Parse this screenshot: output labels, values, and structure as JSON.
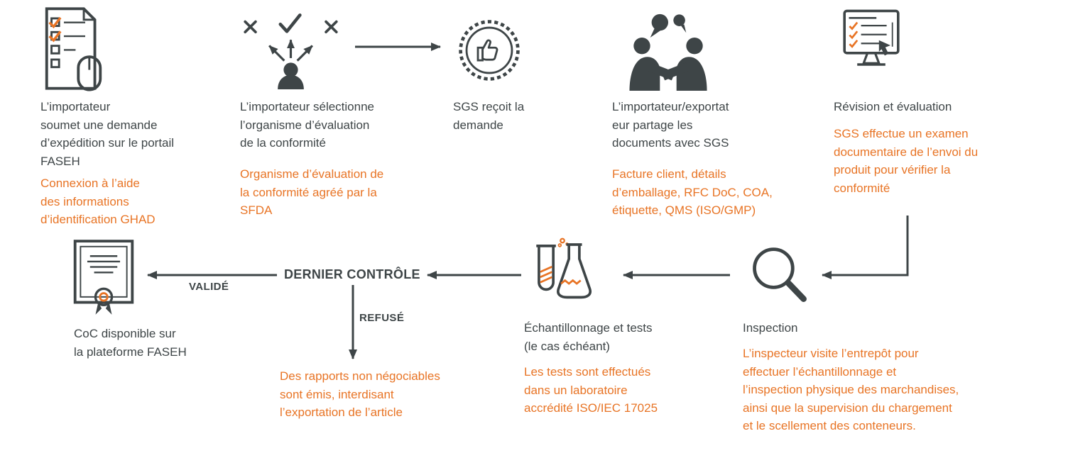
{
  "colors": {
    "dark": "#3e4547",
    "orange": "#e87425",
    "background": "#ffffff"
  },
  "icons": {
    "submit": "form-checklist-mouse-icon",
    "select": "person-choice-arrows-icon",
    "receive": "thumbs-up-badge-icon",
    "share": "handshake-speech-bubbles-icon",
    "review": "screen-checklist-cursor-icon",
    "inspection": "magnifier-icon",
    "sampling": "test-tube-flask-icon",
    "coc": "certificate-seal-icon"
  },
  "steps": [
    {
      "title": "L’importateur\nsoumet une demande\nd’expédition sur le portail\nFASEH",
      "note": "Connexion à l’aide\ndes informations\nd’identification GHAD"
    },
    {
      "title": "L’importateur sélectionne\nl’organisme d’évaluation\nde la conformité",
      "note": "Organisme d’évaluation de\nla conformité agréé par la\nSFDA"
    },
    {
      "title": "SGS reçoit la\ndemande",
      "note": ""
    },
    {
      "title": "L’importateur/exportat\neur partage les\ndocuments avec SGS",
      "note": "Facture client, détails\nd’emballage, RFC DoC, COA,\nétiquette, QMS (ISO/GMP)"
    },
    {
      "title": "Révision et évaluation",
      "note": "SGS effectue un examen\ndocumentaire de l’envoi du\nproduit pour vérifier la\nconformité"
    },
    {
      "title": "Inspection",
      "note": "L’inspecteur visite l’entrepôt pour\neffectuer l’échantillonnage et\nl’inspection physique des marchandises,\nainsi que la supervision du chargement\net le scellement des conteneurs."
    },
    {
      "title": "Échantillonnage et tests\n(le cas échéant)",
      "note": "Les tests sont effectués\ndans un laboratoire\naccrédité ISO/IEC 17025"
    },
    {
      "title": "CoC disponible sur\nla plateforme FASEH",
      "note": ""
    }
  ],
  "flow": {
    "final_check": "DERNIER CONTRÔLE",
    "approved": "VALIDÉ",
    "rejected": "REFUSÉ",
    "rejected_note": "Des rapports non négociables\nsont émis, interdisant\nl’exportation de l’article"
  }
}
